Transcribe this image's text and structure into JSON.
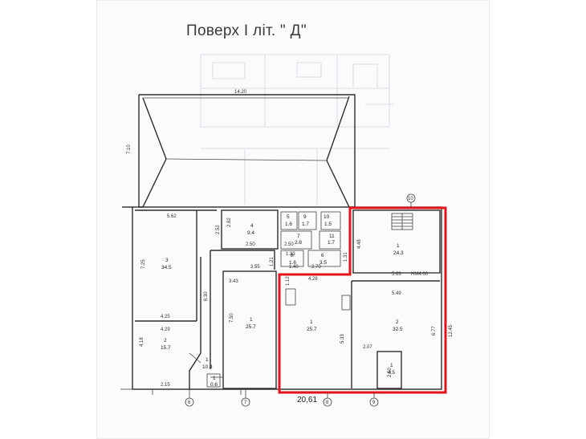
{
  "title": "Поверх І літ. \" Д\"",
  "colors": {
    "highlight": "#e3131b",
    "walls": "#2d2d2d",
    "ghost": "#d9dbe6"
  },
  "roof_dims": {
    "width": "14.20",
    "side": "7.10"
  },
  "dimensions": {
    "d562": "5.62",
    "d252": "2.52",
    "d282": "2.82",
    "d250a": "2.50",
    "d250b": "2.50",
    "d725": "7.25",
    "d425": "4.25",
    "d429": "4.29",
    "d418": "4.18",
    "d215": "2.15",
    "d355": "3.55",
    "d343": "3.43",
    "d750": "7.50",
    "d630": "6.30",
    "d121": "1.21",
    "d270": "2.70",
    "d426": "4.26",
    "d112": "1.12",
    "d533": "5.33",
    "d448": "4.48",
    "d563": "5.63",
    "hm": "НМ4.00",
    "d549": "5.49",
    "d677": "6.77",
    "d1245": "12.45",
    "d207": "2.07",
    "d250c": "2.50",
    "d133": "1.33",
    "d140": "1.40",
    "d131": "1.31",
    "total": "20,61"
  },
  "rooms": [
    {
      "num": "3",
      "area": "34.5"
    },
    {
      "num": "4",
      "area": "9.4"
    },
    {
      "num": "5",
      "area": "1.6"
    },
    {
      "num": "9",
      "area": "1.7"
    },
    {
      "num": "10",
      "area": "1.5"
    },
    {
      "num": "7",
      "area": "2.8"
    },
    {
      "num": "11",
      "area": "1.7"
    },
    {
      "num": "8",
      "area": "1.6"
    },
    {
      "num": "6",
      "area": "3.5"
    },
    {
      "num": "1",
      "area": "24.3"
    },
    {
      "num": "2",
      "area": "15.7"
    },
    {
      "num": "1",
      "area": "10.4"
    },
    {
      "num": "1",
      "area": "0.6"
    },
    {
      "num": "1",
      "area": "25.7"
    },
    {
      "num": "1",
      "area": "25.7"
    },
    {
      "num": "2",
      "area": "32.5"
    },
    {
      "num": "1",
      "area": "4.5"
    }
  ],
  "axes": {
    "a6": "6",
    "a7": "7",
    "a8": "8",
    "a9": "9",
    "a10": "10"
  }
}
